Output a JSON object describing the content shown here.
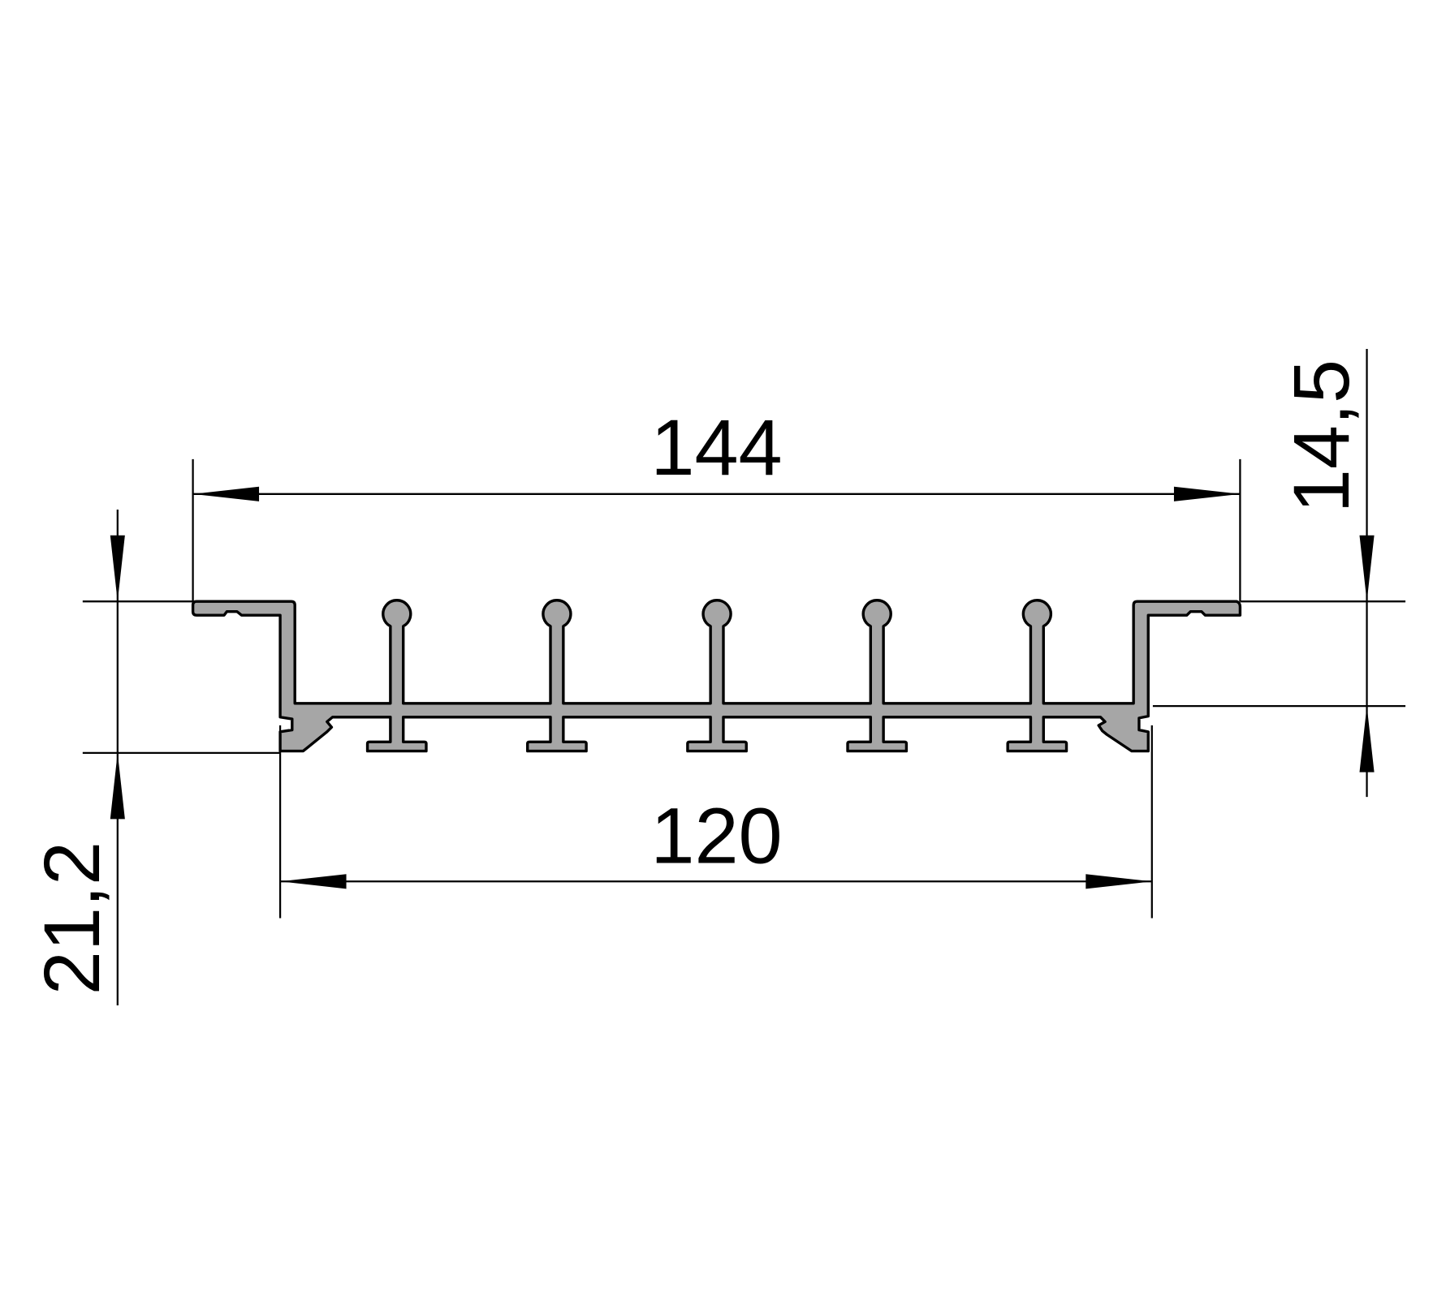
{
  "drawing": {
    "profile_fill_color": "#a6a6a6",
    "fin_count": 5,
    "dimensions": {
      "overall_width": "144",
      "base_width": "120",
      "total_height": "21,2",
      "flange_to_base_height": "14,5"
    }
  }
}
